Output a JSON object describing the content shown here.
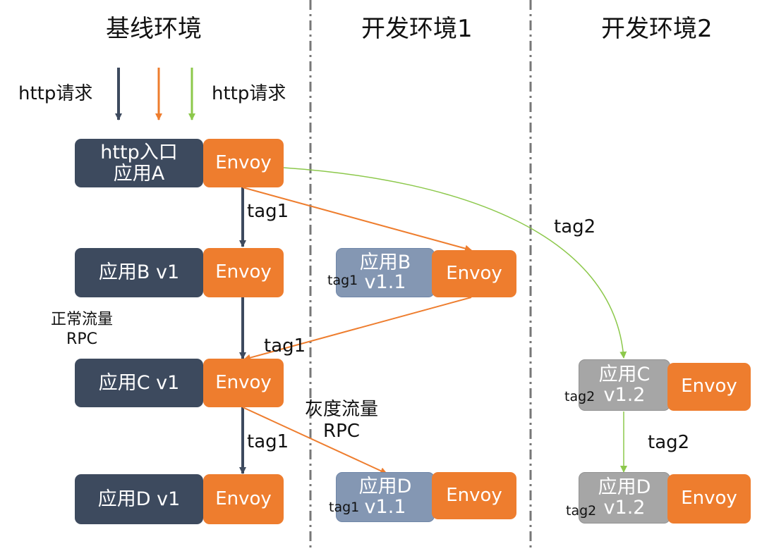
{
  "columns": {
    "baseline": "基线环境",
    "dev1": "开发环境1",
    "dev2": "开发环境2"
  },
  "http_request_left": "http请求",
  "http_request_right": "http请求",
  "baseline": {
    "app_a": {
      "line1": "http入口",
      "line2": "应用A",
      "envoy": "Envoy"
    },
    "app_b": {
      "label": "应用B v1",
      "envoy": "Envoy"
    },
    "app_c": {
      "label": "应用C v1",
      "envoy": "Envoy"
    },
    "app_d": {
      "label": "应用D v1",
      "envoy": "Envoy"
    }
  },
  "dev1": {
    "app_b": {
      "line1": "应用B",
      "line2": "v1.1",
      "tag": "tag1",
      "envoy": "Envoy"
    },
    "app_d": {
      "line1": "应用D",
      "line2": "v1.1",
      "tag": "tag1",
      "envoy": "Envoy"
    }
  },
  "dev2": {
    "app_c": {
      "line1": "应用C",
      "line2": "v1.2",
      "tag": "tag2",
      "envoy": "Envoy"
    },
    "app_d": {
      "line1": "应用D",
      "line2": "v1.2",
      "tag": "tag2",
      "envoy": "Envoy"
    }
  },
  "edge_labels": {
    "a_to_b": "tag1",
    "a_to_dev2": "tag2",
    "devb_to_c": "tag1",
    "c_to_d": "tag1",
    "dev2c_to_dev2d": "tag2"
  },
  "traffic": {
    "normal_line1": "正常流量",
    "normal_line2": "RPC",
    "gray_line1": "灰度流量",
    "gray_line2": "RPC"
  },
  "colors": {
    "base_app": "#3d4a5e",
    "dev1_app": "#8497b3",
    "dev2_app": "#a6a6a6",
    "envoy": "#ee7d2e",
    "normal_arrow": "#3d4a5e",
    "tag1_arrow": "#ee7d2e",
    "tag2_arrow": "#8cc84b",
    "divider": "#777777"
  }
}
